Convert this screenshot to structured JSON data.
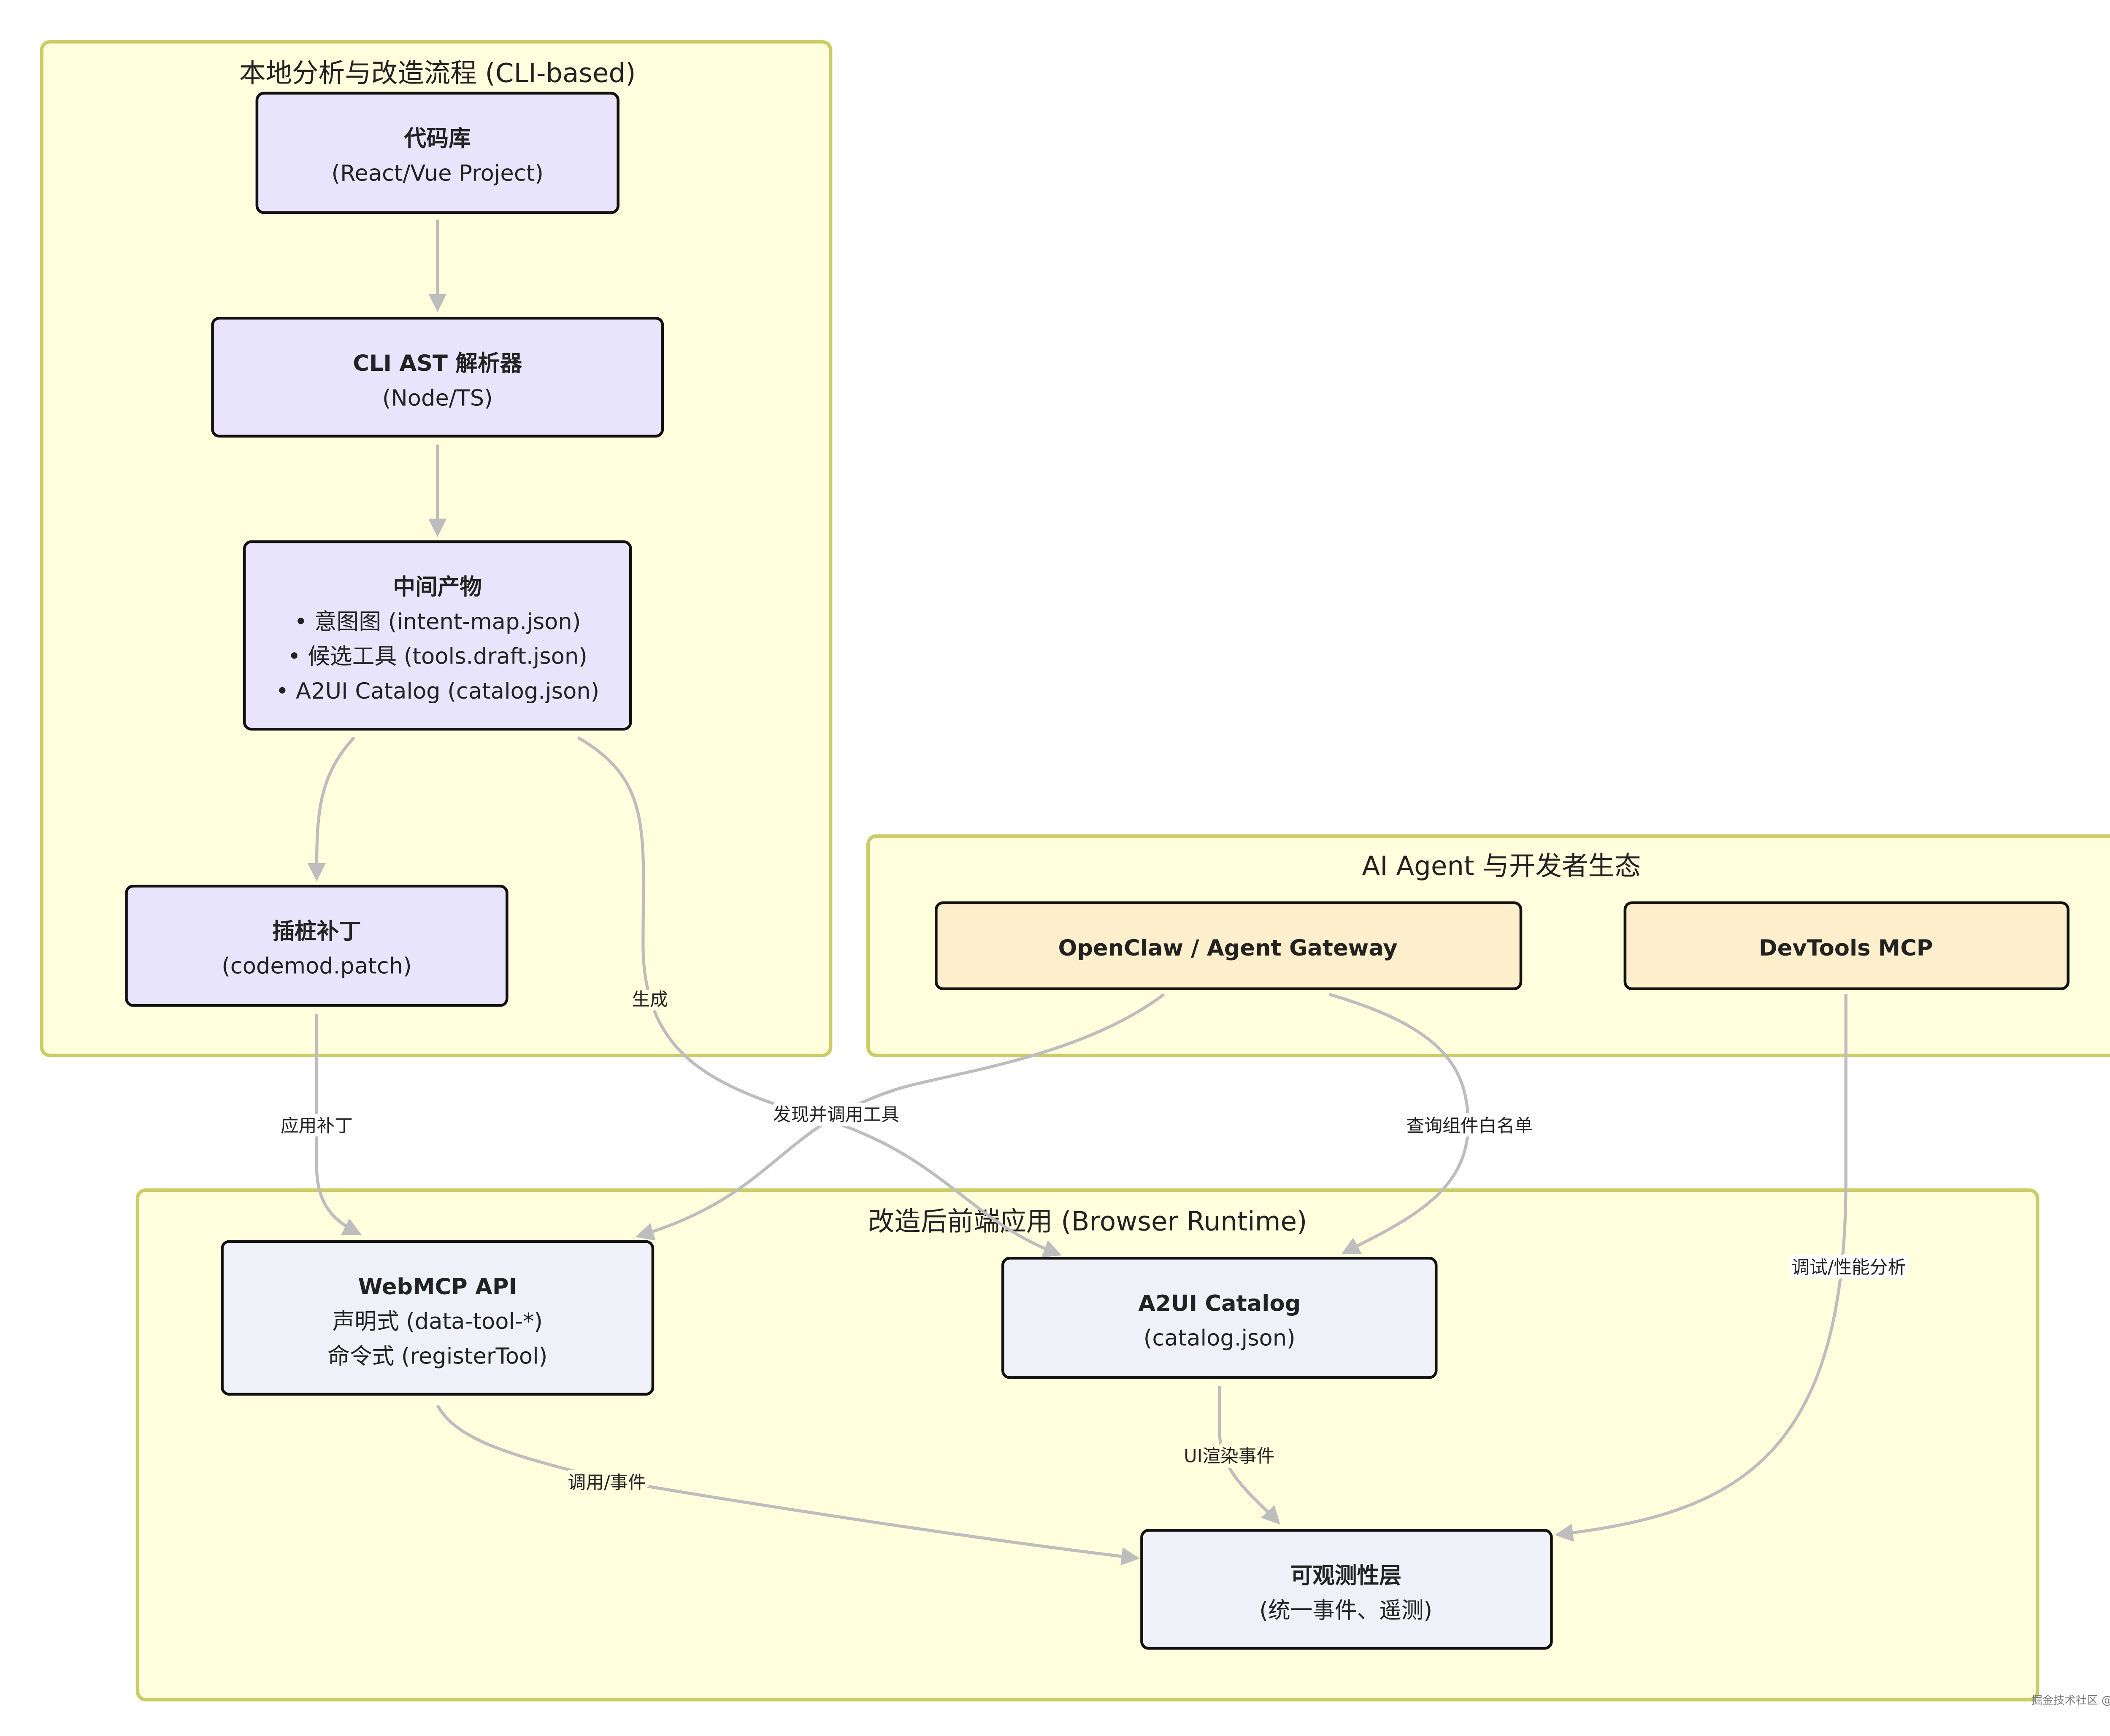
{
  "groups": {
    "local": {
      "title": "本地分析与改造流程 (CLI-based)"
    },
    "agent": {
      "title": "AI Agent 与开发者生态"
    },
    "browser": {
      "title": "改造后前端应用 (Browser Runtime)"
    }
  },
  "nodes": {
    "codebase": {
      "title": "代码库",
      "lines": [
        "(React/Vue Project)"
      ]
    },
    "cli_ast": {
      "title": "CLI AST 解析器",
      "lines": [
        "(Node/TS)"
      ]
    },
    "artifacts": {
      "title": "中间产物",
      "lines": [
        "• 意图图 (intent-map.json)",
        "• 候选工具 (tools.draft.json)",
        "• A2UI Catalog (catalog.json)"
      ]
    },
    "patch": {
      "title": "插桩补丁",
      "lines": [
        "(codemod.patch)"
      ]
    },
    "openclaw": {
      "title": "OpenClaw / Agent Gateway"
    },
    "devtools": {
      "title": "DevTools MCP"
    },
    "webmcp": {
      "title": "WebMCP API",
      "lines": [
        "声明式 (data-tool-*)",
        "命令式 (registerTool)"
      ]
    },
    "a2ui": {
      "title": "A2UI Catalog",
      "lines": [
        "(catalog.json)"
      ]
    },
    "observability": {
      "title": "可观测性层",
      "lines": [
        "(统一事件、遥测)"
      ]
    }
  },
  "edges": {
    "generate": "生成",
    "apply_patch": "应用补丁",
    "discover_invoke": "发现并调用工具",
    "query_whitelist": "查询组件白名单",
    "debug_perf": "调试/性能分析",
    "invoke_event": "调用/事件",
    "ui_render_event": "UI渲染事件"
  },
  "watermark": "掘金技术社区 @ 薛端阳",
  "colors": {
    "group_fill": "#ffffde",
    "group_stroke": "#cccc66",
    "node_purple": "#e8e4fb",
    "node_orange": "#fdefcc",
    "node_blue": "#eef1f8",
    "edge": "#bdbdbd"
  }
}
